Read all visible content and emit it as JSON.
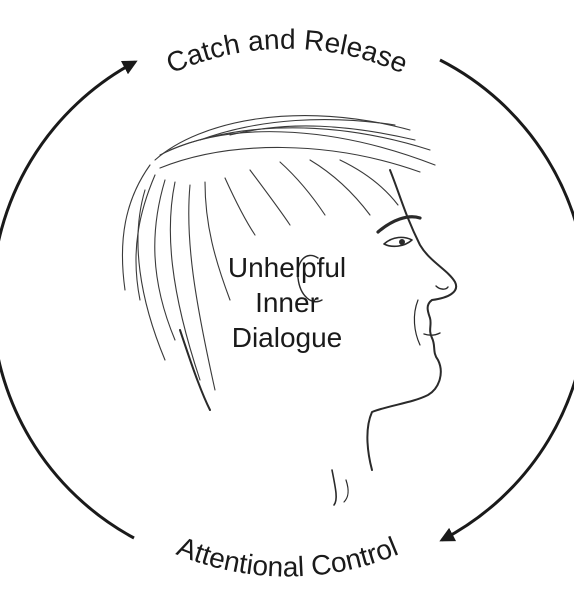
{
  "cycle": {
    "top_label": "Catch and Release",
    "bottom_label": "Attentional Control"
  },
  "center": {
    "line1": "Unhelpful",
    "line2": "Inner",
    "line3": "Dialogue"
  },
  "colors": {
    "ink": "#1a1a1a",
    "background": "#ffffff"
  },
  "illustration": {
    "icon": "head-profile-sketch-icon"
  }
}
